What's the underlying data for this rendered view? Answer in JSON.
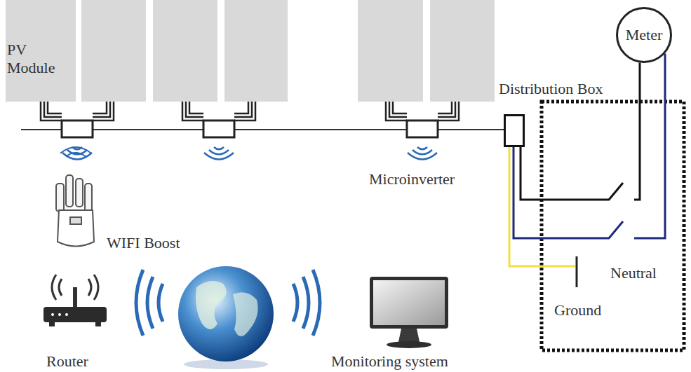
{
  "diagram": {
    "nodes": [
      {
        "text": [
          "PV Module"
        ]
      },
      {
        "text": [
          "Meter"
        ]
      },
      {
        "text": [
          "Distribution Box"
        ]
      }
    ],
    "edges": [
      {
        "from": 2,
        "to": 1,
        "arrow": "none"
      },
      {
        "from": 2,
        "to": 1,
        "arrow": "none"
      }
    ],
    "labels": [
      "Microinverter",
      "WIFI Boost",
      "Router",
      "Neutral",
      "Ground",
      "Monitoring system"
    ]
  }
}
